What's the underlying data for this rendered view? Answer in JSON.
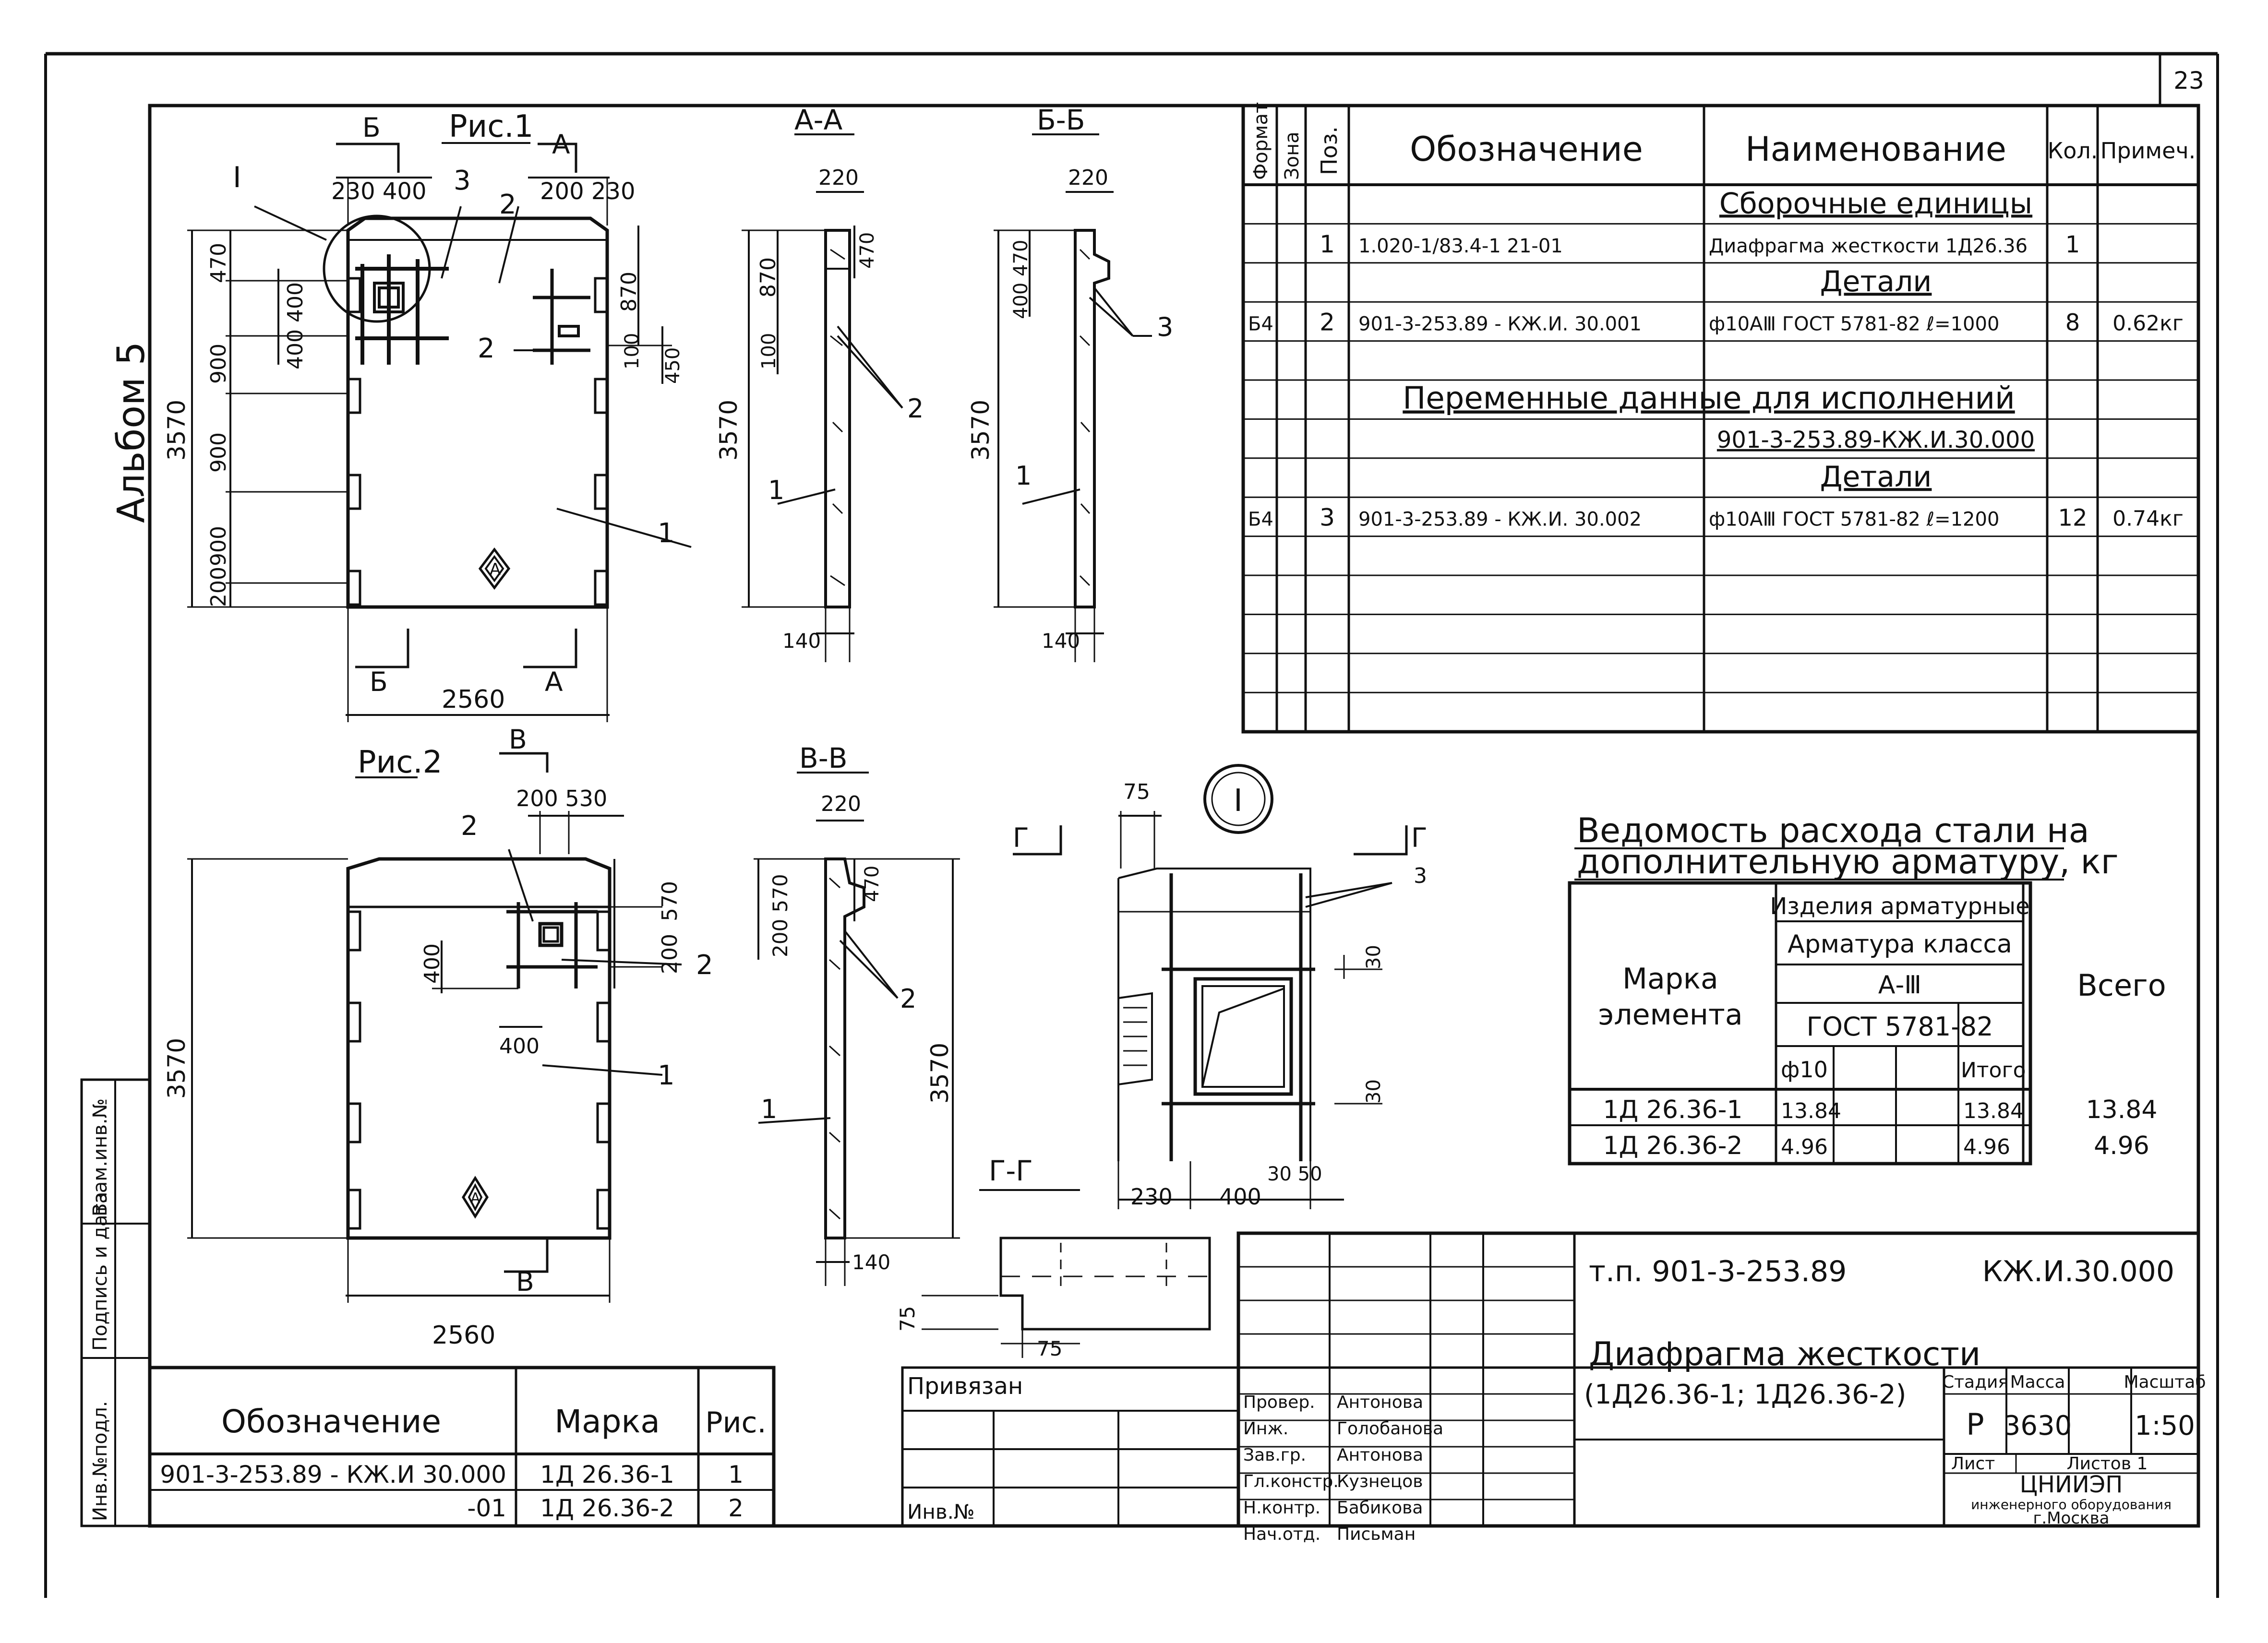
{
  "sheet_number": "23",
  "album_label": "Альбом 5",
  "fig1": {
    "title": "Рис.1",
    "section_b_top": "Б",
    "section_a_top": "А",
    "section_b_bottom": "Б",
    "section_a_bottom": "А",
    "node_label": "I",
    "dim_top_left": "230 400",
    "dim_top_right": "200 230",
    "dim_left_overall": "3570",
    "dim_left_470": "470",
    "dim_left_400_400": "400 400",
    "dim_left_900a": "900",
    "dim_left_900b": "900",
    "dim_left_900c": "900",
    "dim_left_200": "200",
    "dim_right_870": "870",
    "dim_right_100": "100",
    "dim_right_450": "450",
    "dim_bottom_width": "2560",
    "pos_1": "1",
    "pos_2a": "2",
    "pos_2b": "2",
    "pos_3": "3",
    "mark": "A"
  },
  "section_aa": {
    "title": "А-А",
    "dim_top": "220",
    "dim_870": "870",
    "dim_470": "470",
    "dim_100": "100",
    "dim_overall": "3570",
    "dim_bottom": "140",
    "pos_1": "1",
    "pos_2": "2"
  },
  "section_bb": {
    "title": "Б-Б",
    "dim_top": "220",
    "dim_400_470": "400 470",
    "dim_overall": "3570",
    "dim_bottom": "140",
    "pos_1": "1",
    "pos_3": "3"
  },
  "fig2": {
    "title": "Рис.2",
    "section_v_top": "В",
    "section_v_bottom": "В",
    "dim_top": "200 530",
    "dim_570": "570",
    "dim_200": "200",
    "dim_400a": "400",
    "dim_400b": "400",
    "dim_overall": "3570",
    "dim_bottom_width": "2560",
    "pos_1": "1",
    "pos_2a": "2",
    "pos_2b": "2",
    "mark": "A"
  },
  "section_vv": {
    "title": "В-В",
    "dim_top": "220",
    "dim_200_570": "200 570",
    "dim_470": "470",
    "dim_overall": "3570",
    "dim_bottom": "140",
    "pos_1": "1",
    "pos_2": "2"
  },
  "node_detail": {
    "label": "I",
    "section_g_left": "Г",
    "section_g_right": "Г",
    "dim_75": "75",
    "dim_30a": "30",
    "dim_30b": "30",
    "dim_230": "230",
    "dim_400": "400",
    "dim_30_50": "30 50",
    "pos_3": "3"
  },
  "section_gg": {
    "title": "Г-Г",
    "dim_75a": "75",
    "dim_75b": "75"
  },
  "spec_table": {
    "headers": [
      "Формат",
      "Зона",
      "Поз.",
      "Обозначение",
      "Наименование",
      "Кол.",
      "Примеч."
    ],
    "rows": [
      {
        "format": "",
        "zone": "",
        "pos": "",
        "designation": "",
        "name": "Сборочные единицы",
        "qty": "",
        "note": "",
        "heading": true
      },
      {
        "format": "",
        "zone": "",
        "pos": "1",
        "designation": "1.020-1/83.4-1  21-01",
        "name": "Диафрагма жесткости 1Д26.36",
        "qty": "1",
        "note": "",
        "heading": false
      },
      {
        "format": "",
        "zone": "",
        "pos": "",
        "designation": "",
        "name": "Детали",
        "qty": "",
        "note": "",
        "heading": true
      },
      {
        "format": "Б4",
        "zone": "",
        "pos": "2",
        "designation": "901-3-253.89 -  КЖ.И. 30.001",
        "name": "ф10АⅢ ГОСТ 5781-82 ℓ=1000",
        "qty": "8",
        "note": "0.62кг",
        "heading": false
      },
      {
        "format": "",
        "zone": "",
        "pos": "",
        "designation": "",
        "name": "",
        "qty": "",
        "note": "",
        "heading": false
      },
      {
        "format": "",
        "zone": "",
        "pos": "",
        "designation": "Переменные данные для исполнений",
        "name": "",
        "qty": "",
        "note": "",
        "heading": true,
        "span": true
      },
      {
        "format": "",
        "zone": "",
        "pos": "",
        "designation": "",
        "name": "901-3-253.89-КЖ.И.30.000",
        "qty": "",
        "note": "",
        "heading": true
      },
      {
        "format": "",
        "zone": "",
        "pos": "",
        "designation": "",
        "name": "Детали",
        "qty": "",
        "note": "",
        "heading": true
      },
      {
        "format": "Б4",
        "zone": "",
        "pos": "3",
        "designation": "901-3-253.89 -  КЖ.И. 30.002",
        "name": "ф10АⅢ ГОСТ 5781-82 ℓ=1200",
        "qty": "12",
        "note": "0.74кг",
        "heading": false
      },
      {
        "format": "",
        "zone": "",
        "pos": "",
        "designation": "",
        "name": "",
        "qty": "",
        "note": "",
        "heading": false
      },
      {
        "format": "",
        "zone": "",
        "pos": "",
        "designation": "",
        "name": "",
        "qty": "",
        "note": "",
        "heading": false
      },
      {
        "format": "",
        "zone": "",
        "pos": "",
        "designation": "",
        "name": "",
        "qty": "",
        "note": "",
        "heading": false
      },
      {
        "format": "",
        "zone": "",
        "pos": "",
        "designation": "",
        "name": "",
        "qty": "",
        "note": "",
        "heading": false
      },
      {
        "format": "",
        "zone": "",
        "pos": "",
        "designation": "",
        "name": "",
        "qty": "",
        "note": "",
        "heading": false
      }
    ]
  },
  "steel_table": {
    "title_line1": "Ведомость расхода стали на",
    "title_line2": "дополнительную арматуру, кг",
    "col_mark": "Марка элемента",
    "col_products": "Изделия арматурные",
    "col_class": "Арматура класса",
    "col_grade": "А-Ⅲ",
    "col_gost": "ГОСТ 5781-82",
    "col_d10": "ф10",
    "col_subtotal": "Итого",
    "col_total": "Всего",
    "rows": [
      {
        "mark": "1Д 26.36-1",
        "d10": "13.84",
        "subtotal": "13.84",
        "total": "13.84"
      },
      {
        "mark": "1Д 26.36-2",
        "d10": "4.96",
        "subtotal": "4.96",
        "total": "4.96"
      }
    ]
  },
  "variants_table": {
    "col_designation": "Обозначение",
    "col_mark": "Марка",
    "col_fig": "Рис.",
    "rows": [
      {
        "designation": "901-3-253.89 - КЖ.И 30.000",
        "mark": "1Д 26.36-1",
        "fig": "1"
      },
      {
        "designation": "-01",
        "mark": "1Д 26.36-2",
        "fig": "2"
      }
    ]
  },
  "side_stamp": {
    "inv_orig": "Инв.№подл.",
    "sign_date": "Подпись и дата",
    "vzam_inv": "Взам.инв.№"
  },
  "binding_block": {
    "label": "Привязан",
    "inv": "Инв.№"
  },
  "title_block": {
    "code": "т.п. 901-3-253.89",
    "sheet_code": "КЖ.И.30.000",
    "name_line1": "Диафрагма жесткости",
    "name_line2": "(1Д26.36-1; 1Д26.36-2)",
    "col_stage": "Стадия",
    "col_mass": "Масса",
    "col_scale": "Масштаб",
    "stage": "Р",
    "mass": "3630",
    "scale": "1:50",
    "sheet_label": "Лист",
    "sheets_label": "Листов 1",
    "org_line1": "ЦНИИЭП",
    "org_line2": "инженерного оборудования",
    "org_line3": "г.Москва",
    "roles": [
      {
        "role": "Провер.",
        "name": "Антонова"
      },
      {
        "role": "Инж.",
        "name": "Голобанова"
      },
      {
        "role": "Зав.гр.",
        "name": "Антонова"
      },
      {
        "role": "Гл.констр.",
        "name": "Кузнецов"
      },
      {
        "role": "Н.контр.",
        "name": "Бабикова"
      },
      {
        "role": "Нач.отд.",
        "name": "Письман"
      }
    ]
  }
}
